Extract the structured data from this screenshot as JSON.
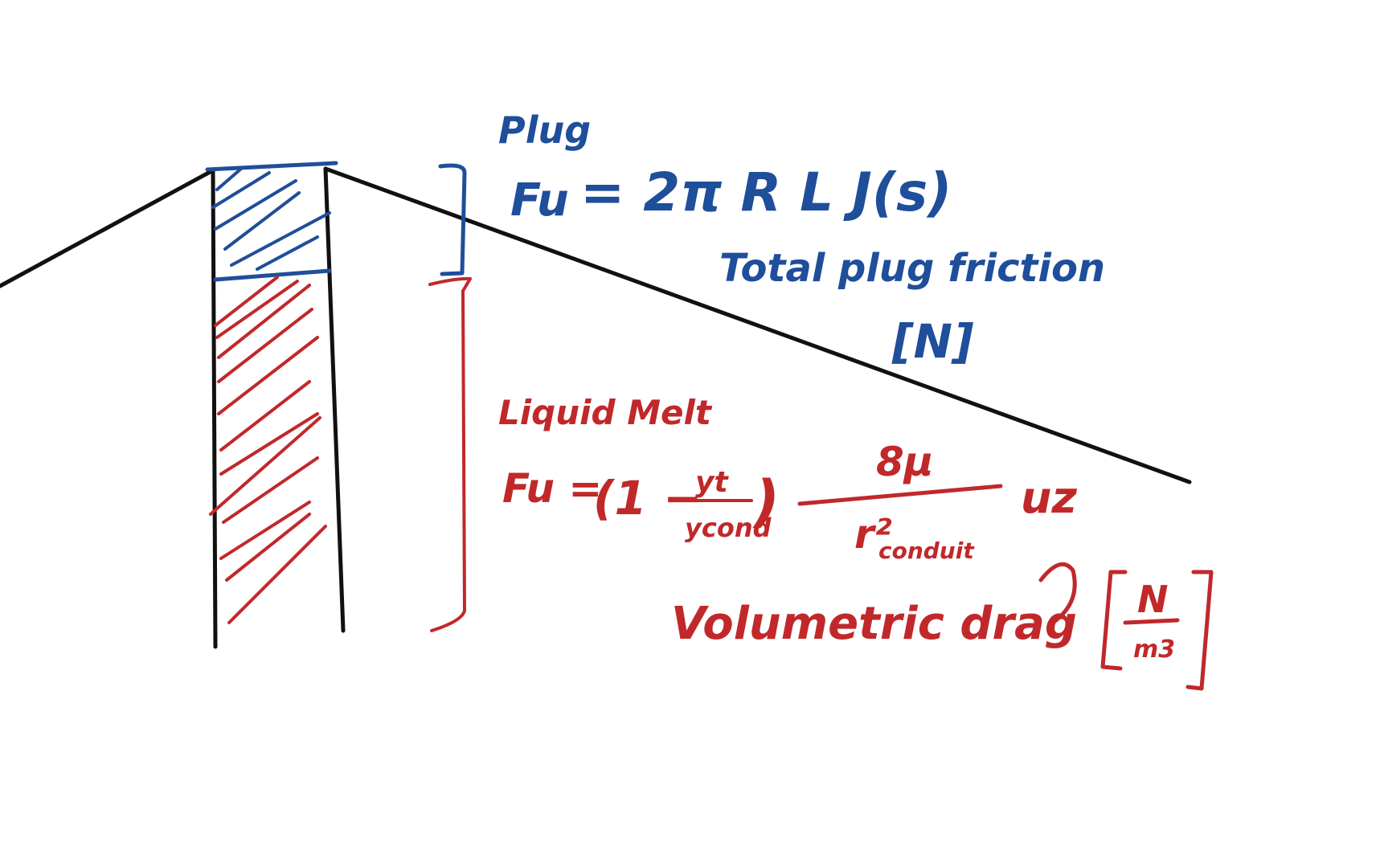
{
  "colors": {
    "black": "#111111",
    "blue": "#1f4e9a",
    "red": "#c1282a",
    "background": "#ffffff"
  },
  "plug": {
    "heading": "Plug",
    "formula_lhs": "Fu",
    "formula_rhs": "= 2π R L J(s)",
    "description": "Total plug friction",
    "units": "[N]"
  },
  "melt": {
    "heading": "Liquid Melt",
    "formula_lhs": "Fu =",
    "paren_open": "(1 −",
    "frac1_num": "yt",
    "frac1_den": "ycond",
    "paren_close": ")",
    "frac2_num": "8μ",
    "frac2_den": "r²",
    "frac2_den_sub": "conduit",
    "velocity": "uz",
    "description": "Volumetric drag",
    "units_num": "N",
    "units_den": "m3"
  }
}
